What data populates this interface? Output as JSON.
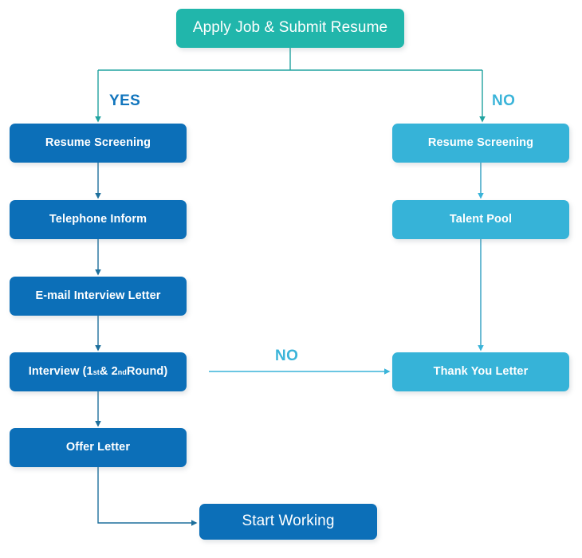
{
  "diagram": {
    "title": "Recruitment Process Flowchart",
    "colors": {
      "start_node": "#21b6ab",
      "primary_path_node": "#0c6fb8",
      "rejection_path_node": "#36b3d8",
      "connector_teal": "#21a3a0",
      "connector_blue": "#1d6f9c",
      "connector_cyan": "#3ab4d9",
      "label_yes": "#1175bd",
      "label_no": "#3ab4d9",
      "background": "#ffffff"
    }
  },
  "nodes": {
    "start": {
      "label": "Apply Job & Submit Resume"
    },
    "yes_path": [
      {
        "label": "Resume Screening"
      },
      {
        "label": "Telephone Inform"
      },
      {
        "label": "E-mail Interview Letter"
      },
      {
        "label_pre": "Interview (1",
        "sup1": "st",
        "label_mid": " & 2",
        "sup2": "nd",
        "label_post": " Round)",
        "label": "Interview (1st & 2nd Round)"
      },
      {
        "label": "Offer Letter"
      }
    ],
    "no_path": [
      {
        "label": "Resume Screening"
      },
      {
        "label": "Talent Pool"
      },
      {
        "label": "Thank You Letter"
      }
    ],
    "final": {
      "label": "Start Working"
    }
  },
  "labels": {
    "yes": "YES",
    "no_top": "NO",
    "no_mid": "NO"
  }
}
